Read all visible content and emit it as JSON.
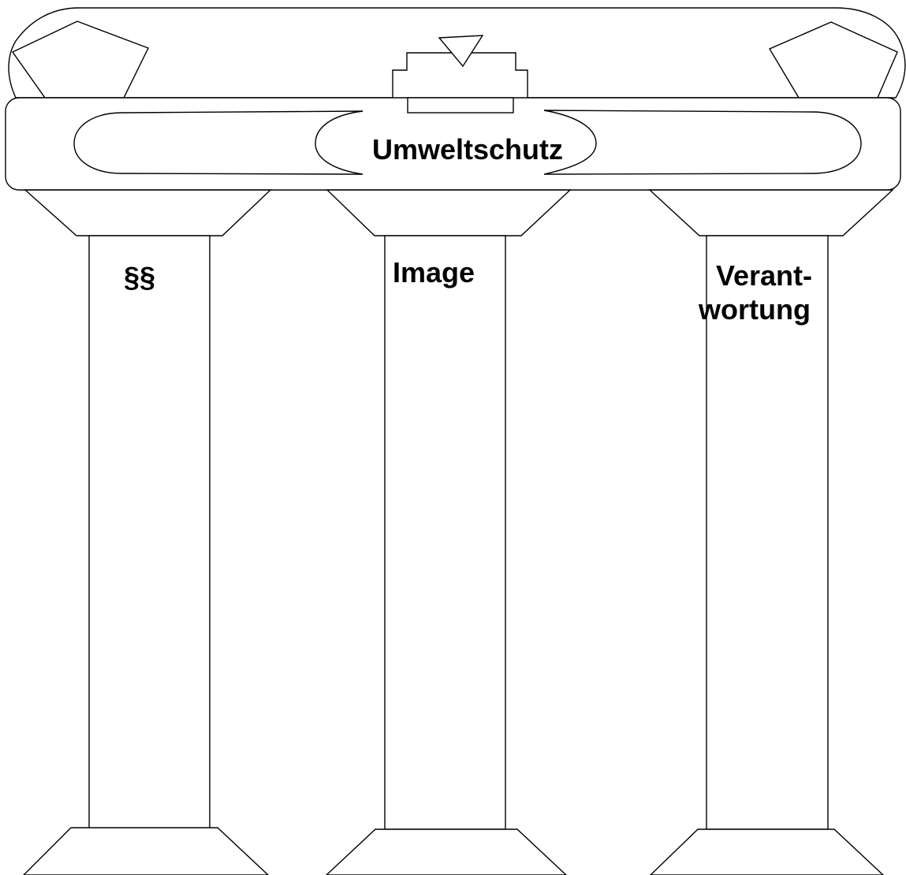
{
  "diagram": {
    "roof_label": "Umweltschutz",
    "pillars": [
      {
        "lines": [
          "§§"
        ]
      },
      {
        "lines": [
          "Image"
        ]
      },
      {
        "lines": [
          "Verant-",
          "wortung"
        ]
      }
    ]
  },
  "colors": {
    "stroke": "#000000",
    "fill": "#ffffff"
  }
}
